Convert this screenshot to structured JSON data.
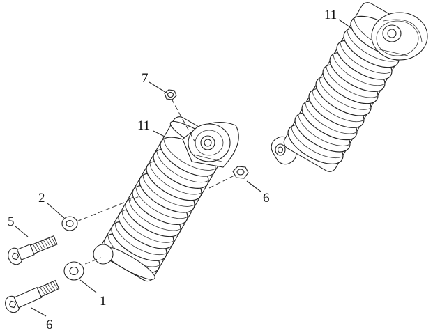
{
  "callouts": {
    "c1": "1",
    "c2": "2",
    "c5": "5",
    "c6a": "6",
    "c6b": "6",
    "c7": "7",
    "c11a": "11",
    "c11b": "11"
  },
  "icons": {
    "shock_left": "rear-shock-absorber-icon",
    "shock_right": "rear-shock-absorber-icon",
    "bolt_upper": "hex-socket-bolt-icon",
    "bolt_lower": "hex-socket-bolt-icon",
    "washer_upper": "washer-icon",
    "washer_lower": "washer-icon",
    "nut_top": "hex-nut-icon",
    "nut_mid": "hex-nut-icon"
  }
}
